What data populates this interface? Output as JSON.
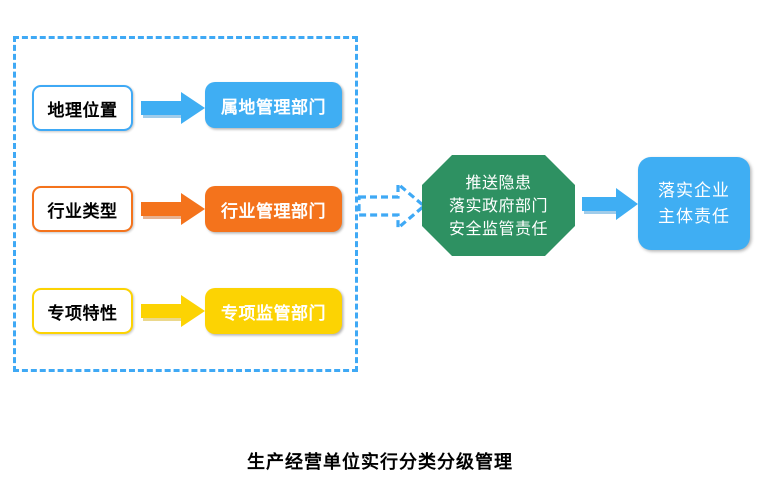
{
  "diagram": {
    "caption": "生产经营单位实行分类分级管理",
    "group": {
      "name": "classification-criteria-group",
      "border_style": "dashed",
      "border_color": "#3FA9F5"
    },
    "rows": [
      {
        "source_label": "地理位置",
        "source_border_color": "#3FA9F5",
        "arrow_color": "#3FAEF3",
        "dept_label": "属地管理部门",
        "dept_fill_color": "#3FAEF3",
        "dept_text_color": "#FFFFFF"
      },
      {
        "source_label": "行业类型",
        "source_border_color": "#F4731C",
        "arrow_color": "#F4731C",
        "dept_label": "行业管理部门",
        "dept_fill_color": "#F4731C",
        "dept_text_color": "#FFFFFF"
      },
      {
        "source_label": "专项特性",
        "source_border_color": "#FCD303",
        "arrow_color": "#FCD303",
        "dept_label": "专项监管部门",
        "dept_fill_color": "#FCD303",
        "dept_text_color": "#FFFFFF"
      }
    ],
    "dashed_arrow": {
      "style": "dashed-open-arrow",
      "color": "#3FA9F5",
      "direction": "right"
    },
    "hub": {
      "shape": "octagon",
      "fill_color": "#2E9162",
      "text_color": "#FFFFFF",
      "lines": [
        "推送隐患",
        "落实政府部门",
        "安全监管责任"
      ]
    },
    "final_arrow": {
      "color": "#3FAEF3",
      "direction": "right"
    },
    "terminal": {
      "fill_color": "#3FAEF3",
      "text_color": "#FFFFFF",
      "lines": [
        "落实企业",
        "主体责任"
      ]
    }
  }
}
